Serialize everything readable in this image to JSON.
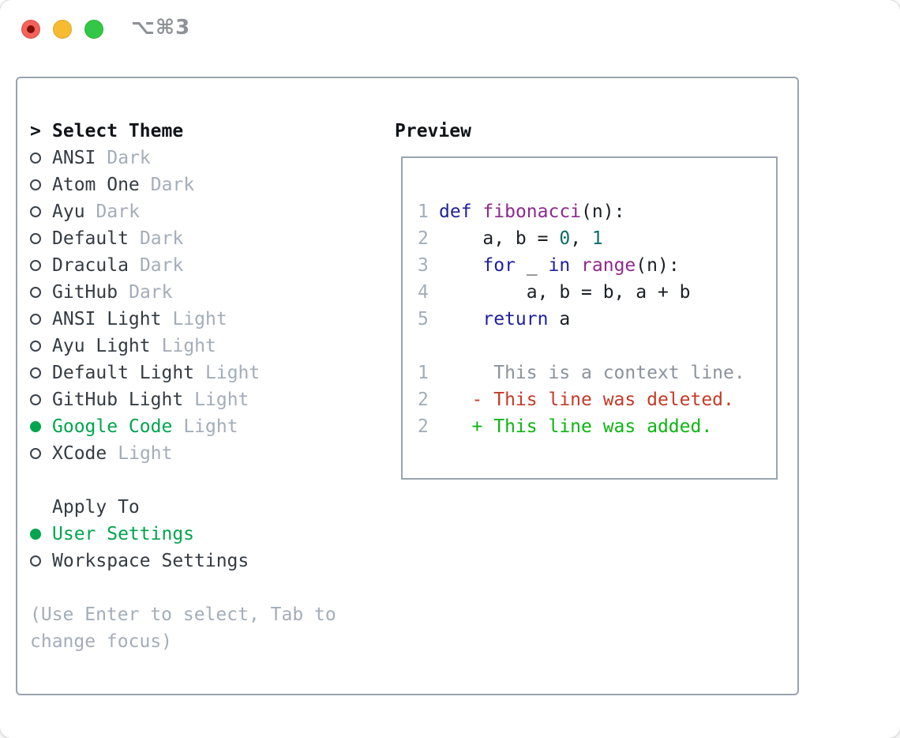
{
  "window": {
    "title_shortcut": "⌥⌘3"
  },
  "colors": {
    "accent_green": "#00a54e",
    "diff_red": "#c43a28",
    "diff_green": "#0cb513",
    "kw": "#20209e",
    "fn": "#8d2a8d",
    "lit": "#0e6b6b",
    "plain": "#1b1f24",
    "muted": "#a3adb9",
    "ctx": "#8b939d",
    "text_dark": "#343b43",
    "heading": "#101418",
    "border": "#9aa4af",
    "titlebar_gray": "#8e9297",
    "light_red": "#f4625a",
    "light_red_dot": "#7e1008",
    "light_yellow": "#f7bb32",
    "light_green": "#33c748"
  },
  "theme_list": {
    "cursor": ">",
    "title": "Select Theme",
    "items": [
      {
        "name": "ANSI",
        "tag": "Dark",
        "selected": false
      },
      {
        "name": "Atom One",
        "tag": "Dark",
        "selected": false
      },
      {
        "name": "Ayu",
        "tag": "Dark",
        "selected": false
      },
      {
        "name": "Default",
        "tag": "Dark",
        "selected": false
      },
      {
        "name": "Dracula",
        "tag": "Dark",
        "selected": false
      },
      {
        "name": "GitHub",
        "tag": "Dark",
        "selected": false
      },
      {
        "name": "ANSI Light",
        "tag": "Light",
        "selected": false
      },
      {
        "name": "Ayu Light",
        "tag": "Light",
        "selected": false
      },
      {
        "name": "Default Light",
        "tag": "Light",
        "selected": false
      },
      {
        "name": "GitHub Light",
        "tag": "Light",
        "selected": false
      },
      {
        "name": "Google Code",
        "tag": "Light",
        "selected": true
      },
      {
        "name": "XCode",
        "tag": "Light",
        "selected": false
      }
    ]
  },
  "apply_to": {
    "title": "Apply To",
    "items": [
      {
        "name": "User Settings",
        "selected": true
      },
      {
        "name": "Workspace Settings",
        "selected": false
      }
    ]
  },
  "hint": {
    "lines": [
      "(Use Enter to select, Tab to",
      "change focus)"
    ]
  },
  "preview": {
    "title": "Preview",
    "code_lines": [
      {
        "num": "1",
        "tokens": [
          [
            "def",
            "kw"
          ],
          [
            " ",
            "pl"
          ],
          [
            "fibonacci",
            "fn"
          ],
          [
            "(n):",
            "pl"
          ]
        ]
      },
      {
        "num": "2",
        "tokens": [
          [
            "    a, b = ",
            "pl"
          ],
          [
            "0",
            "lit"
          ],
          [
            ", ",
            "pl"
          ],
          [
            "1",
            "lit"
          ]
        ]
      },
      {
        "num": "3",
        "tokens": [
          [
            "    ",
            "pl"
          ],
          [
            "for",
            "kw"
          ],
          [
            " _ ",
            "pl"
          ],
          [
            "in",
            "kw"
          ],
          [
            " ",
            "pl"
          ],
          [
            "range",
            "fn"
          ],
          [
            "(n):",
            "pl"
          ]
        ]
      },
      {
        "num": "4",
        "tokens": [
          [
            "        a, b = b, a + b",
            "pl"
          ]
        ]
      },
      {
        "num": "5",
        "tokens": [
          [
            "    ",
            "pl"
          ],
          [
            "return",
            "kw"
          ],
          [
            " a",
            "pl"
          ]
        ]
      }
    ],
    "diff_lines": [
      {
        "num": "1",
        "kind": "context",
        "text": "     This is a context line."
      },
      {
        "num": "2",
        "kind": "deleted",
        "text": "   - This line was deleted."
      },
      {
        "num": "2",
        "kind": "added",
        "text": "   + This line was added."
      }
    ]
  }
}
